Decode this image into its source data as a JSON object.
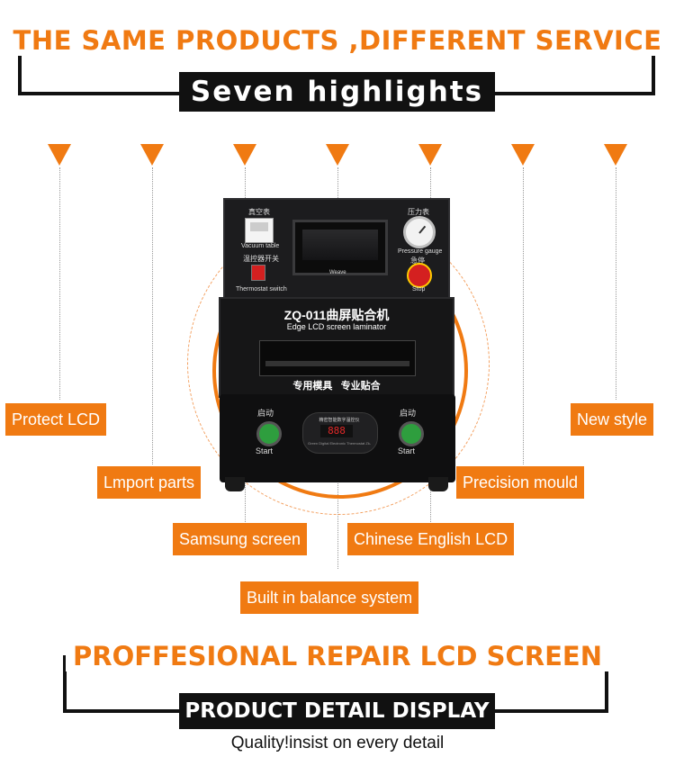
{
  "header": {
    "title": "THE SAME PRODUCTS ,DIFFERENT SERVICE",
    "subtitle": "Seven highlights"
  },
  "machine": {
    "vacuum_label_cn": "真空表",
    "vacuum_label_en": "Vacuum table",
    "thermostat_label_cn": "温控器开关",
    "thermostat_label_en": "Thermostat switch",
    "screen_label": "Weave",
    "pressure_label_cn": "压力表",
    "pressure_label_en": "Pressure gauge",
    "stop_label_cn": "急停",
    "stop_label_en": "Stop",
    "model_cn": "ZQ-011曲屏贴合机",
    "model_en": "Edge LCD screen laminator",
    "slogan_cn": "专用模具   专业贴合",
    "start_left_cn": "启动",
    "start_left_en": "Start",
    "start_right_cn": "启动",
    "start_right_en": "Start",
    "display_title": "精密智能数字温控仪",
    "display_sub": "Green Digital Electronic Thermostat  Zk-4100A",
    "display_value": "888"
  },
  "features": {
    "protect_lcd": "Protect LCD",
    "new_style": "New style",
    "import_parts": "Lmport parts",
    "precision_mould": "Precision mould",
    "samsung_screen": "Samsung screen",
    "chinese_english_lcd": "Chinese English LCD",
    "balance_system": "Built in balance system"
  },
  "footer": {
    "title": "PROFFESIONAL REPAIR LCD SCREEN",
    "subtitle": "PRODUCT DETAIL DISPLAY",
    "tagline": "Quality!insist on every detail"
  },
  "colors": {
    "accent": "#f07a12",
    "dark": "#111111",
    "machine": "#1c1c1e",
    "start_button": "#2e9e3e",
    "stop_button": "#d42020"
  }
}
